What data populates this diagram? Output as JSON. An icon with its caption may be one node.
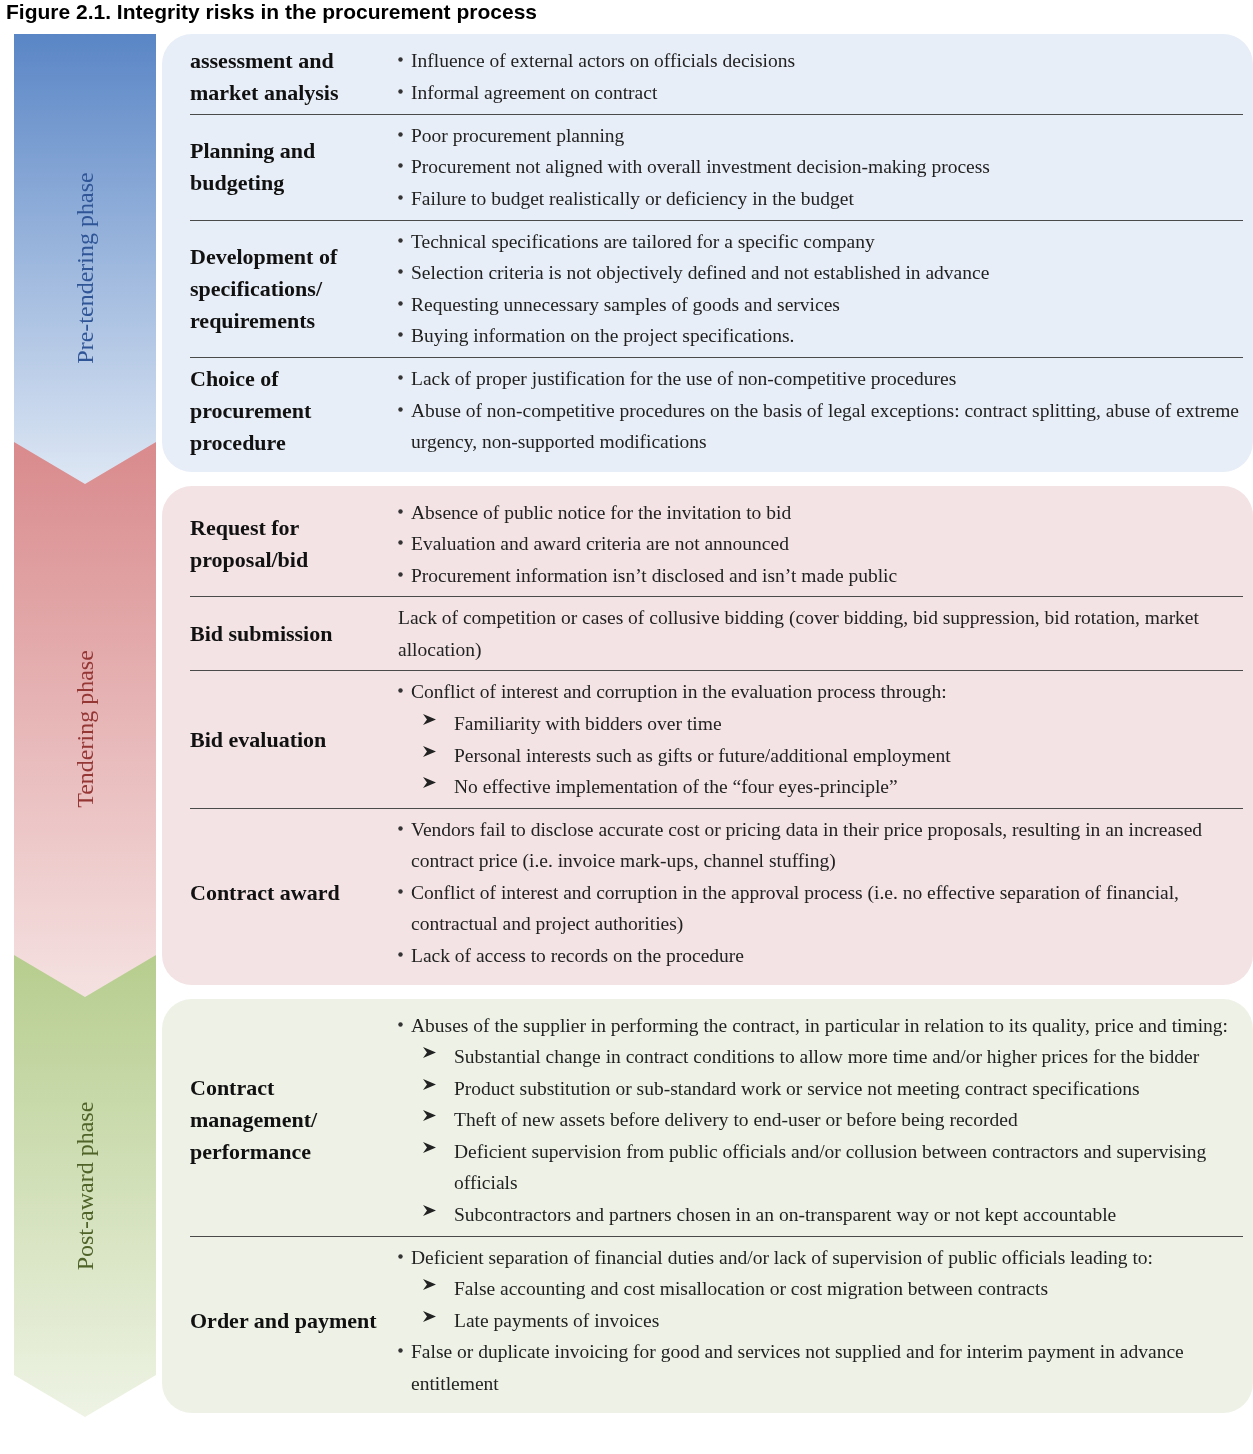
{
  "diagram": {
    "title": "Figure 2.1. Integrity risks in the procurement process",
    "nodes": [
      {
        "text": [
          "Pre-tendering phase"
        ]
      },
      {
        "text": [
          "assessment and market analysis",
          "Influence of external actors on officials decisions",
          "Informal agreement on contract"
        ]
      },
      {
        "text": [
          "Planning and budgeting",
          "Poor procurement planning",
          "Procurement not aligned with overall  investment decision-making process",
          "Failure to budget realistically or deficiency in the budget"
        ]
      },
      {
        "text": [
          "Development of specifications/ requirements",
          "Technical specifications are tailored for a specific company",
          "Selection criteria is not objectively defined and not established in advance",
          "Requesting unnecessary samples of goods and services",
          "Buying information on the project specifications."
        ]
      },
      {
        "text": [
          "Choice of procurement procedure",
          "Lack of proper justification for the use of non-competitive procedures",
          "Abuse of non-competitive procedures on the basis of legal exceptions: contract splitting, abuse of extreme urgency, non-supported modifications"
        ]
      },
      {
        "text": [
          "Tendering phase"
        ]
      },
      {
        "text": [
          "Request for proposal/bid",
          "Absence of public notice for the invitation to bid",
          "Evaluation and award criteria are not announced",
          "Procurement information isn’t disclosed and isn’t made public"
        ]
      },
      {
        "text": [
          "Bid submission",
          "Lack of competition or cases of collusive bidding (cover bidding, bid suppression, bid rotation, market allocation)"
        ]
      },
      {
        "text": [
          "Bid evaluation",
          "Conflict of interest and corruption in the evaluation process through:",
          "Familiarity with bidders over time",
          "Personal interests such as gifts or future/additional employment",
          "No effective implementation of the “four eyes-principle”"
        ]
      },
      {
        "text": [
          "Contract award",
          "Vendors fail to disclose accurate cost or pricing data in their price proposals, resulting in an increased contract price (i.e. invoice mark-ups, channel stuffing)",
          "Conflict of interest and corruption in the approval process (i.e. no effective separation of financial, contractual and project authorities)",
          "Lack of access to records on the procedure"
        ]
      },
      {
        "text": [
          "Post-award phase"
        ]
      },
      {
        "text": [
          "Contract management/ performance",
          "Abuses of the supplier in performing the contract, in particular in relation to its quality, price and timing:",
          "Substantial change in contract conditions to allow more time and/or higher prices for the bidder",
          "Product substitution or sub-standard work or service not meeting contract specifications",
          "Theft of new assets before delivery to end-user or before being recorded",
          "Deficient supervision from public officials and/or collusion between contractors and supervising officials",
          "Subcontractors and partners chosen in an on-transparent way or not kept accountable"
        ]
      },
      {
        "text": [
          "Order and payment",
          "Deficient separation of financial duties and/or lack of supervision of public officials leading to:",
          "False accounting and cost misallocation or cost migration between contracts",
          "Late payments of invoices",
          "False or duplicate invoicing for good and services not supplied and for interim payment in advance entitlement"
        ]
      }
    ]
  }
}
